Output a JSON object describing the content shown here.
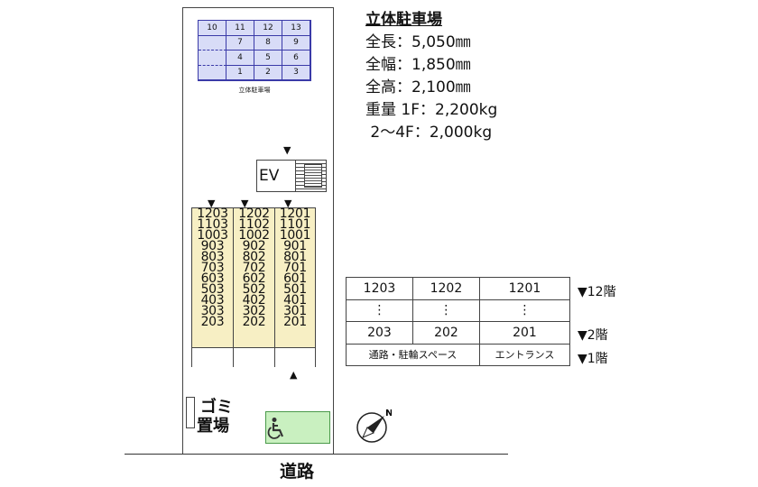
{
  "parking": {
    "label": "立体駐車場",
    "rows": [
      [
        "10",
        "11",
        "12",
        "13"
      ],
      [
        "",
        "7",
        "8",
        "9"
      ],
      [
        "",
        "4",
        "5",
        "6"
      ],
      [
        "",
        "1",
        "2",
        "3"
      ]
    ]
  },
  "info": {
    "title": "立体駐車場",
    "lines": [
      "全長：5,050㎜",
      "全幅：1,850㎜",
      "全高：2,100㎜",
      "重量 1F：2,200kg",
      " 2〜4F：2,000kg"
    ]
  },
  "building": {
    "ev_label": "EV",
    "triangle": "▼",
    "entrance_marker": "▲",
    "columns": [
      [
        "1203",
        "1103",
        "1003",
        "903",
        "803",
        "703",
        "603",
        "503",
        "403",
        "303",
        "203"
      ],
      [
        "1202",
        "1102",
        "1002",
        "902",
        "802",
        "702",
        "602",
        "502",
        "402",
        "302",
        "202"
      ],
      [
        "1201",
        "1101",
        "1001",
        "901",
        "801",
        "701",
        "601",
        "501",
        "401",
        "301",
        "201"
      ]
    ]
  },
  "trash": {
    "line1": "ゴミ",
    "line2": "置場"
  },
  "handicap_icon": "wheelchair-icon",
  "road_label": "道路",
  "compass_letter": "N",
  "floor_table": {
    "rows": [
      [
        "1203",
        "1202",
        "1201"
      ],
      [
        "⋮",
        "⋮",
        "⋮"
      ],
      [
        "203",
        "202",
        "201"
      ],
      [
        "通路・駐輪スペース",
        "",
        "エントランス"
      ]
    ],
    "labels": [
      "▼12階",
      "",
      "▼2階",
      "▼1階"
    ]
  },
  "colors": {
    "parking_fill": "#d8dcf7",
    "parking_border": "#3a3aa8",
    "unit_fill": "#f7efc4",
    "handicap_fill": "#c9f0c0"
  }
}
